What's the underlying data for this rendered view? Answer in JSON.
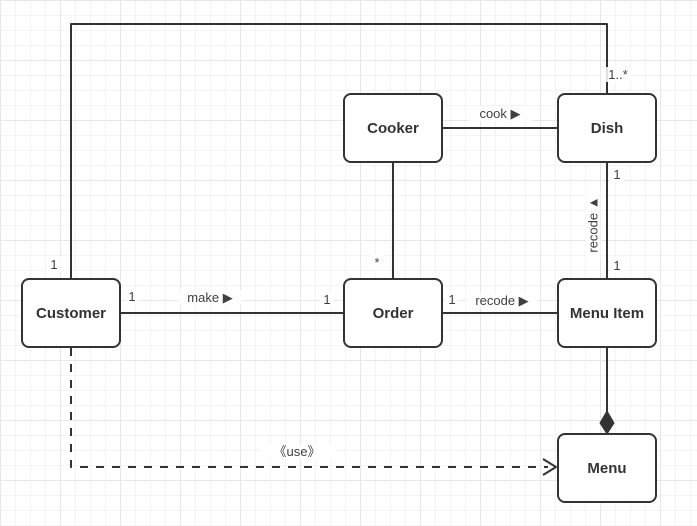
{
  "canvas": {
    "colors": {
      "stroke": "#333333",
      "node_fill": "#ffffff",
      "node_text": "#333333",
      "edge_label_text": "#404040",
      "grid_minor": "#f4f4f4",
      "grid_major": "#e7e7e7"
    },
    "nodes": {
      "cooker": {
        "label": "Cooker"
      },
      "dish": {
        "label": "Dish"
      },
      "customer": {
        "label": "Customer"
      },
      "order": {
        "label": "Order"
      },
      "menu_item": {
        "label": "Menu Item"
      },
      "menu": {
        "label": "Menu"
      }
    },
    "edges": {
      "cook": {
        "label": "cook ▶"
      },
      "make": {
        "label": "make ▶"
      },
      "recode_order_menuitem": {
        "label": "recode ▶"
      },
      "recode_menuitem_dish": {
        "label": "recode ▲"
      },
      "use": {
        "label": "《use》"
      }
    },
    "multiplicities": {
      "customer_top": "1",
      "dish_top": "1..*",
      "dish_bottom": "1",
      "menu_item_top": "1",
      "customer_right": "1",
      "order_left": "1",
      "order_top": "*",
      "order_right": "1"
    }
  }
}
